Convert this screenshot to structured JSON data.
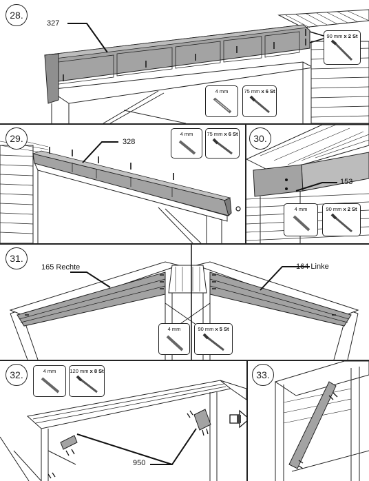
{
  "steps": {
    "s28": {
      "number": "28.",
      "part": "327",
      "fasteners": [
        {
          "label": "4 mm",
          "icon": "drill-bit-icon"
        },
        {
          "label": "75 mm",
          "qty": "x 6 St",
          "icon": "screw-icon"
        }
      ],
      "top_fastener": {
        "label": "90 mm",
        "qty": "x 2 St",
        "icon": "screw-icon"
      }
    },
    "s29": {
      "number": "29.",
      "part": "328",
      "fasteners": [
        {
          "label": "4 mm",
          "icon": "drill-bit-icon"
        },
        {
          "label": "75 mm",
          "qty": "x 6 St",
          "icon": "screw-icon"
        }
      ]
    },
    "s30": {
      "number": "30.",
      "part": "153",
      "fasteners": [
        {
          "label": "4 mm",
          "icon": "drill-bit-icon"
        },
        {
          "label": "90 mm",
          "qty": "x 2 St",
          "icon": "screw-icon"
        }
      ]
    },
    "s31": {
      "number": "31.",
      "part_left": "165 Rechte",
      "part_right": "164 Linke",
      "fasteners": [
        {
          "label": "4 mm",
          "icon": "drill-bit-icon"
        },
        {
          "label": "90 mm",
          "qty": "x 5 St",
          "icon": "screw-icon"
        }
      ]
    },
    "s32": {
      "number": "32.",
      "part": "950",
      "fasteners": [
        {
          "label": "4 mm",
          "icon": "drill-bit-icon"
        },
        {
          "label": "120 mm",
          "qty": "x 8 St",
          "icon": "screw-icon"
        }
      ]
    },
    "s33": {
      "number": "33."
    }
  },
  "colors": {
    "wood": "#a3a3a3",
    "wood_dark": "#7d7d7d",
    "line": "#222222",
    "siding": "#ffffff"
  }
}
